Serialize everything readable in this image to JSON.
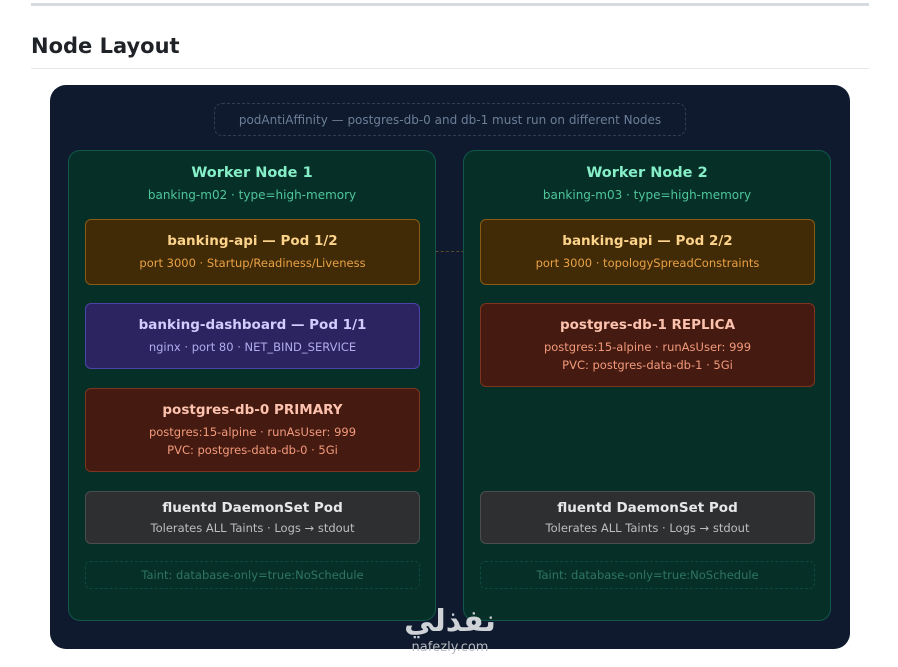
{
  "heading": "Node Layout",
  "affinity_note": "podAntiAffinity — postgres-db-0 and db-1 must run on different Nodes",
  "nodes": [
    {
      "title": "Worker Node 1",
      "subtitle": "banking-m02 · type=high-memory",
      "api": {
        "title": "banking-api — Pod 1/2",
        "line1": "port 3000 · Startup/Readiness/Liveness"
      },
      "dashboard": {
        "title": "banking-dashboard — Pod 1/1",
        "line1": "nginx · port 80 · NET_BIND_SERVICE"
      },
      "postgres": {
        "title": "postgres-db-0 PRIMARY",
        "line1": "postgres:15-alpine · runAsUser: 999",
        "line2": "PVC: postgres-data-db-0 · 5Gi"
      },
      "fluentd": {
        "title": "fluentd DaemonSet Pod",
        "line1": "Tolerates ALL Taints · Logs → stdout"
      },
      "taint": "Taint: database-only=true:NoSchedule"
    },
    {
      "title": "Worker Node 2",
      "subtitle": "banking-m03 · type=high-memory",
      "api": {
        "title": "banking-api — Pod 2/2",
        "line1": "port 3000 · topologySpreadConstraints"
      },
      "postgres": {
        "title": "postgres-db-1 REPLICA",
        "line1": "postgres:15-alpine · runAsUser: 999",
        "line2": "PVC: postgres-data-db-1 · 5Gi"
      },
      "fluentd": {
        "title": "fluentd DaemonSet Pod",
        "line1": "Tolerates ALL Taints · Logs → stdout"
      },
      "taint": "Taint: database-only=true:NoSchedule"
    }
  ],
  "watermark": {
    "logo": "نفذلي",
    "url": "nafezly.com"
  }
}
